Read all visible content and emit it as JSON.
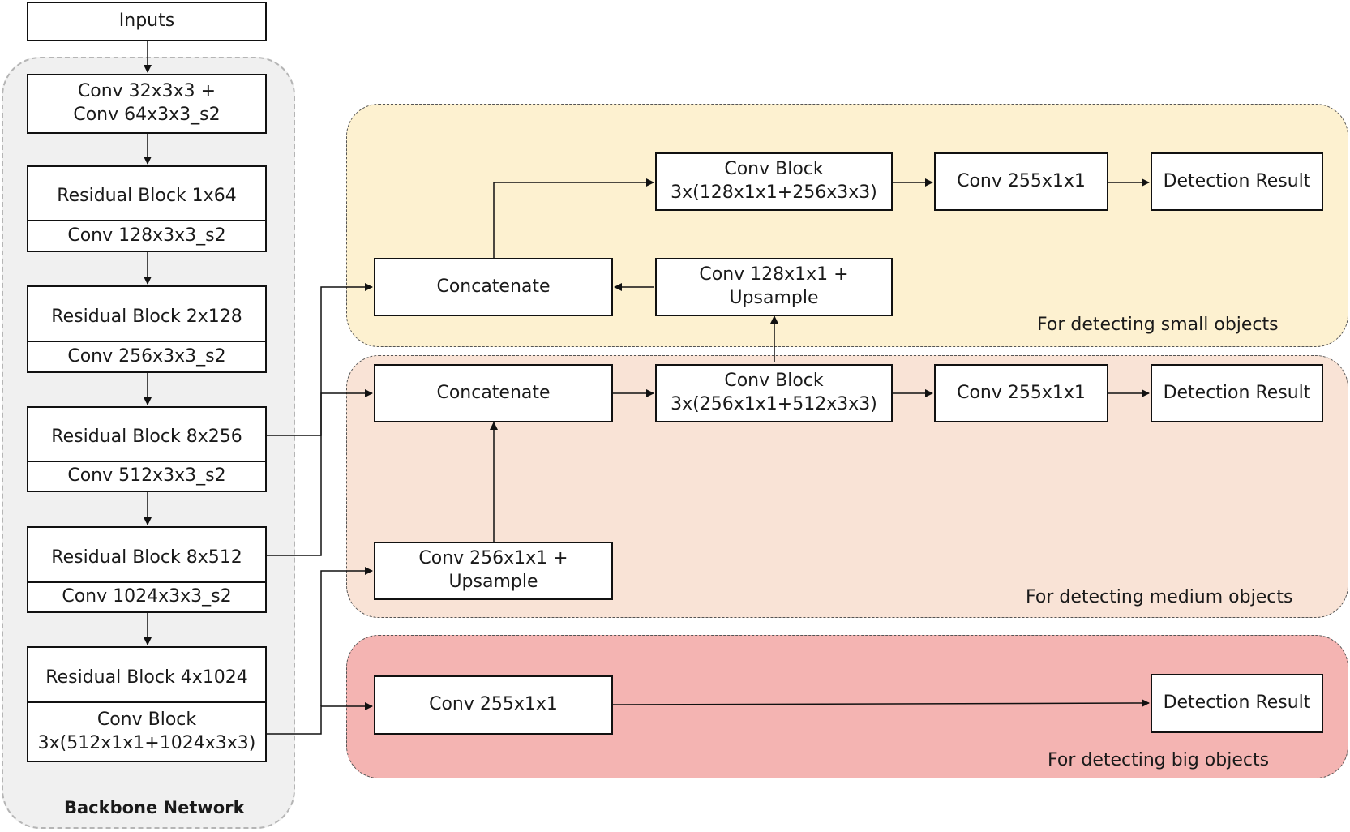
{
  "colors": {
    "small_region": "#fdf1d0",
    "medium_region": "#f9e3d6",
    "big_region": "#f4b4b2",
    "backbone_bg": "#f0f0f0"
  },
  "backbone": {
    "label": "Backbone Network",
    "inputs": "Inputs",
    "stem": "Conv 32x3x3 +\nConv 64x3x3_s2",
    "blocks": [
      {
        "residual": "Residual Block 1x64",
        "conv": "Conv 128x3x3_s2"
      },
      {
        "residual": "Residual Block 2x128",
        "conv": "Conv 256x3x3_s2"
      },
      {
        "residual": "Residual Block 8x256",
        "conv": "Conv 512x3x3_s2"
      },
      {
        "residual": "Residual Block 8x512",
        "conv": "Conv 1024x3x3_s2"
      },
      {
        "residual": "Residual Block 4x1024",
        "conv": "Conv Block\n3x(512x1x1+1024x3x3)"
      }
    ]
  },
  "small": {
    "label": "For detecting small objects",
    "concat": "Concatenate",
    "conv_up": "Conv 128x1x1 +\nUpsample",
    "conv_block": "Conv Block\n3x(128x1x1+256x3x3)",
    "conv_out": "Conv 255x1x1",
    "result": "Detection Result"
  },
  "medium": {
    "label": "For detecting medium objects",
    "concat": "Concatenate",
    "conv_up": "Conv 256x1x1 +\nUpsample",
    "conv_block": "Conv Block\n3x(256x1x1+512x3x3)",
    "conv_out": "Conv 255x1x1",
    "result": "Detection Result"
  },
  "big": {
    "label": "For detecting big objects",
    "conv_out": "Conv 255x1x1",
    "result": "Detection Result"
  }
}
